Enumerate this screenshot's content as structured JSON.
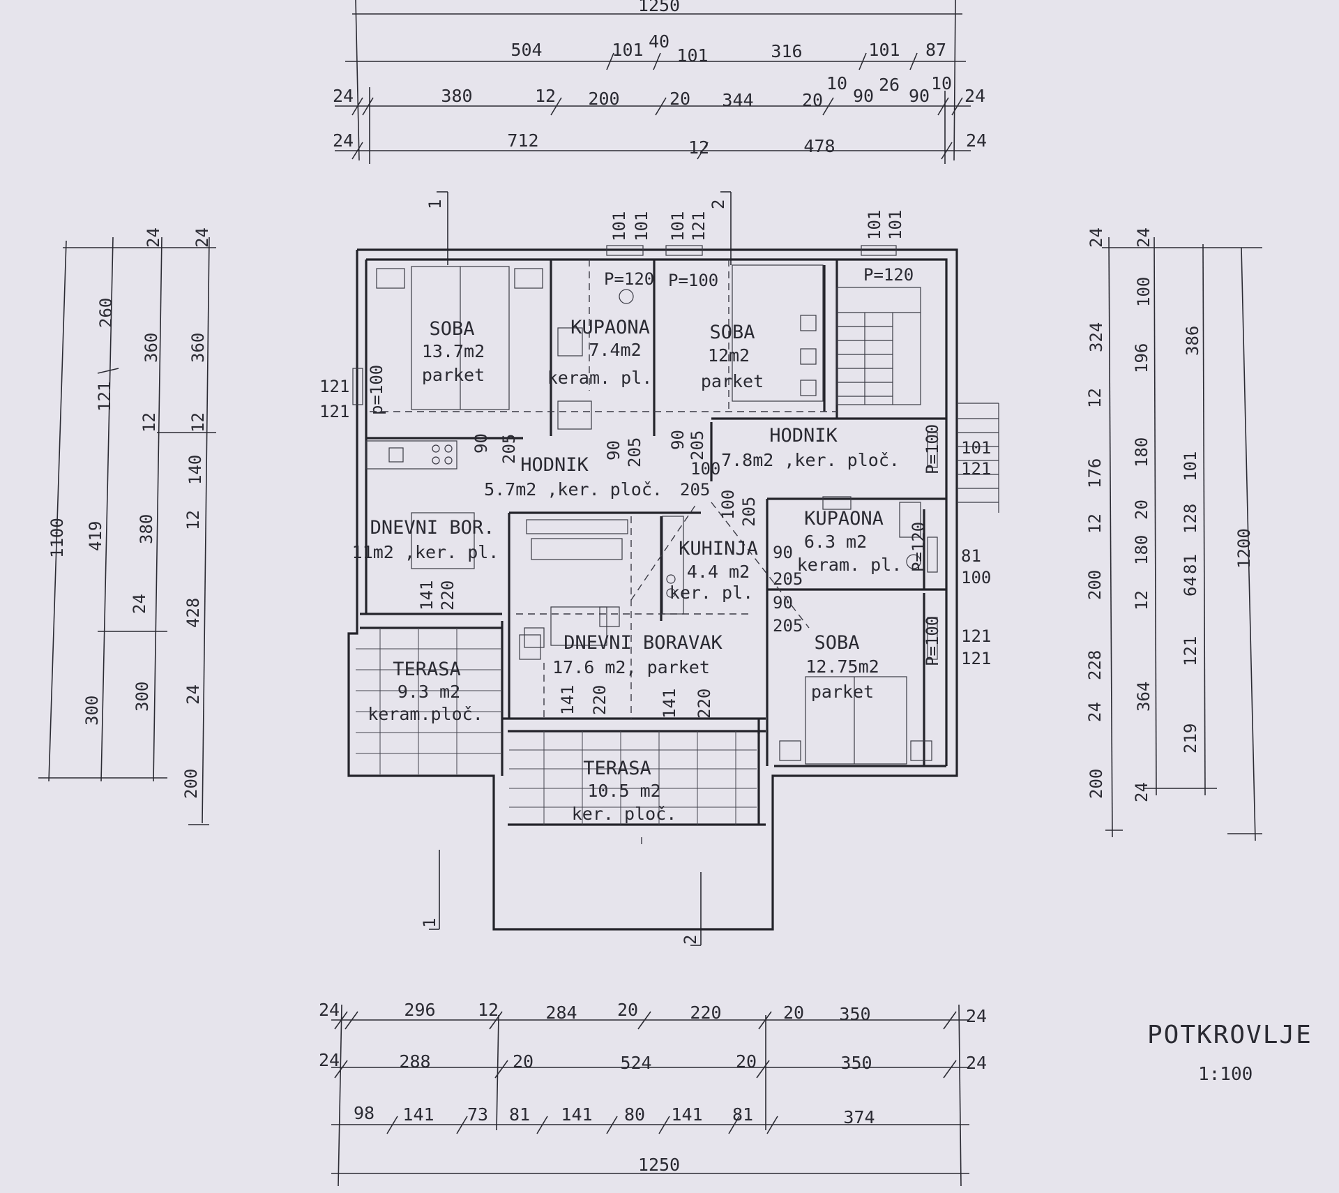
{
  "title": "POTKROVLJE",
  "scale": "1:100",
  "colors": {
    "paper": "#e6e4ec",
    "ink": "#2a2a32"
  },
  "rooms": [
    {
      "id": "soba1",
      "name": "SOBA",
      "area": "13.7m2",
      "floor": "parket"
    },
    {
      "id": "kupaona1",
      "name": "KUPAONA",
      "area": "7.4m2",
      "floor": "keram. pl."
    },
    {
      "id": "soba2",
      "name": "SOBA",
      "area": "12m2",
      "floor": "parket"
    },
    {
      "id": "hodnik1",
      "name": "HODNIK",
      "area": "5.7m2 ,ker. ploč."
    },
    {
      "id": "hodnik2",
      "name": "HODNIK",
      "area": "7.8m2 ,ker. ploč."
    },
    {
      "id": "dnevni_bor",
      "name": "DNEVNI BOR.",
      "area": "11m2 ,ker. pl."
    },
    {
      "id": "kuhinja",
      "name": "KUHINJA",
      "area": "4.4 m2",
      "floor": "ker. pl."
    },
    {
      "id": "kupaona2",
      "name": "KUPAONA",
      "area": "6.3 m2",
      "floor": "keram. pl."
    },
    {
      "id": "dnevni_boravak",
      "name": "DNEVNI BORAVAK",
      "area": "17.6 m2, parket"
    },
    {
      "id": "soba3",
      "name": "SOBA",
      "area": "12.75m2",
      "floor": "parket"
    },
    {
      "id": "terasa1",
      "name": "TERASA",
      "area": "9.3 m2",
      "floor": "keram.ploč."
    },
    {
      "id": "terasa2",
      "name": "TERASA",
      "area": "10.5 m2",
      "floor": "ker. ploč."
    }
  ],
  "sections": [
    "1",
    "2",
    "1",
    "2"
  ],
  "parapets": [
    "P=120",
    "P=100",
    "P=120",
    "p=100",
    "P=100",
    "P=120",
    "P=100"
  ],
  "openings": [
    "101",
    "101",
    "101",
    "121",
    "101",
    "101",
    "121",
    "121",
    "101",
    "121",
    "81",
    "100",
    "121",
    "121"
  ],
  "door_labels": [
    "90",
    "205",
    "90",
    "205",
    "90",
    "205",
    "100",
    "205",
    "100",
    "205",
    "90",
    "205",
    "90",
    "205",
    "141",
    "220",
    "141",
    "220",
    "141",
    "220"
  ],
  "dims_top": {
    "overall": "1250",
    "row1": [
      "504",
      "101",
      "40",
      "101",
      "316",
      "101",
      "87"
    ],
    "row2": [
      "24",
      "380",
      "12",
      "200",
      "20",
      "344",
      "20",
      "10",
      "90",
      "26",
      "90",
      "10",
      "24"
    ],
    "row3": [
      "24",
      "712",
      "12",
      "478",
      "24"
    ]
  },
  "dims_bottom": {
    "row1": [
      "24",
      "296",
      "12",
      "284",
      "20",
      "220",
      "20",
      "350",
      "24"
    ],
    "row2": [
      "24",
      "288",
      "20",
      "524",
      "20",
      "350",
      "24"
    ],
    "row3": [
      "98",
      "141",
      "73",
      "81",
      "141",
      "80",
      "141",
      "81",
      "374"
    ],
    "overall": "1250"
  },
  "dims_left": {
    "col_overall": [
      "1100"
    ],
    "col2": [
      "260",
      "121",
      "419",
      "300"
    ],
    "col3": [
      "24",
      "360",
      "12",
      "380",
      "24",
      "300"
    ],
    "col4": [
      "24",
      "360",
      "12",
      "140",
      "12",
      "428",
      "24",
      "200"
    ]
  },
  "dims_right": {
    "col1": [
      "24",
      "324",
      "12",
      "176",
      "12",
      "200",
      "228",
      "24",
      "200"
    ],
    "col2": [
      "24",
      "100",
      "196",
      "180",
      "20",
      "180",
      "12",
      "364",
      "24"
    ],
    "col3": [
      "386",
      "101",
      "128",
      "64",
      "81",
      "121",
      "219"
    ],
    "col_overall": [
      "1200"
    ]
  }
}
